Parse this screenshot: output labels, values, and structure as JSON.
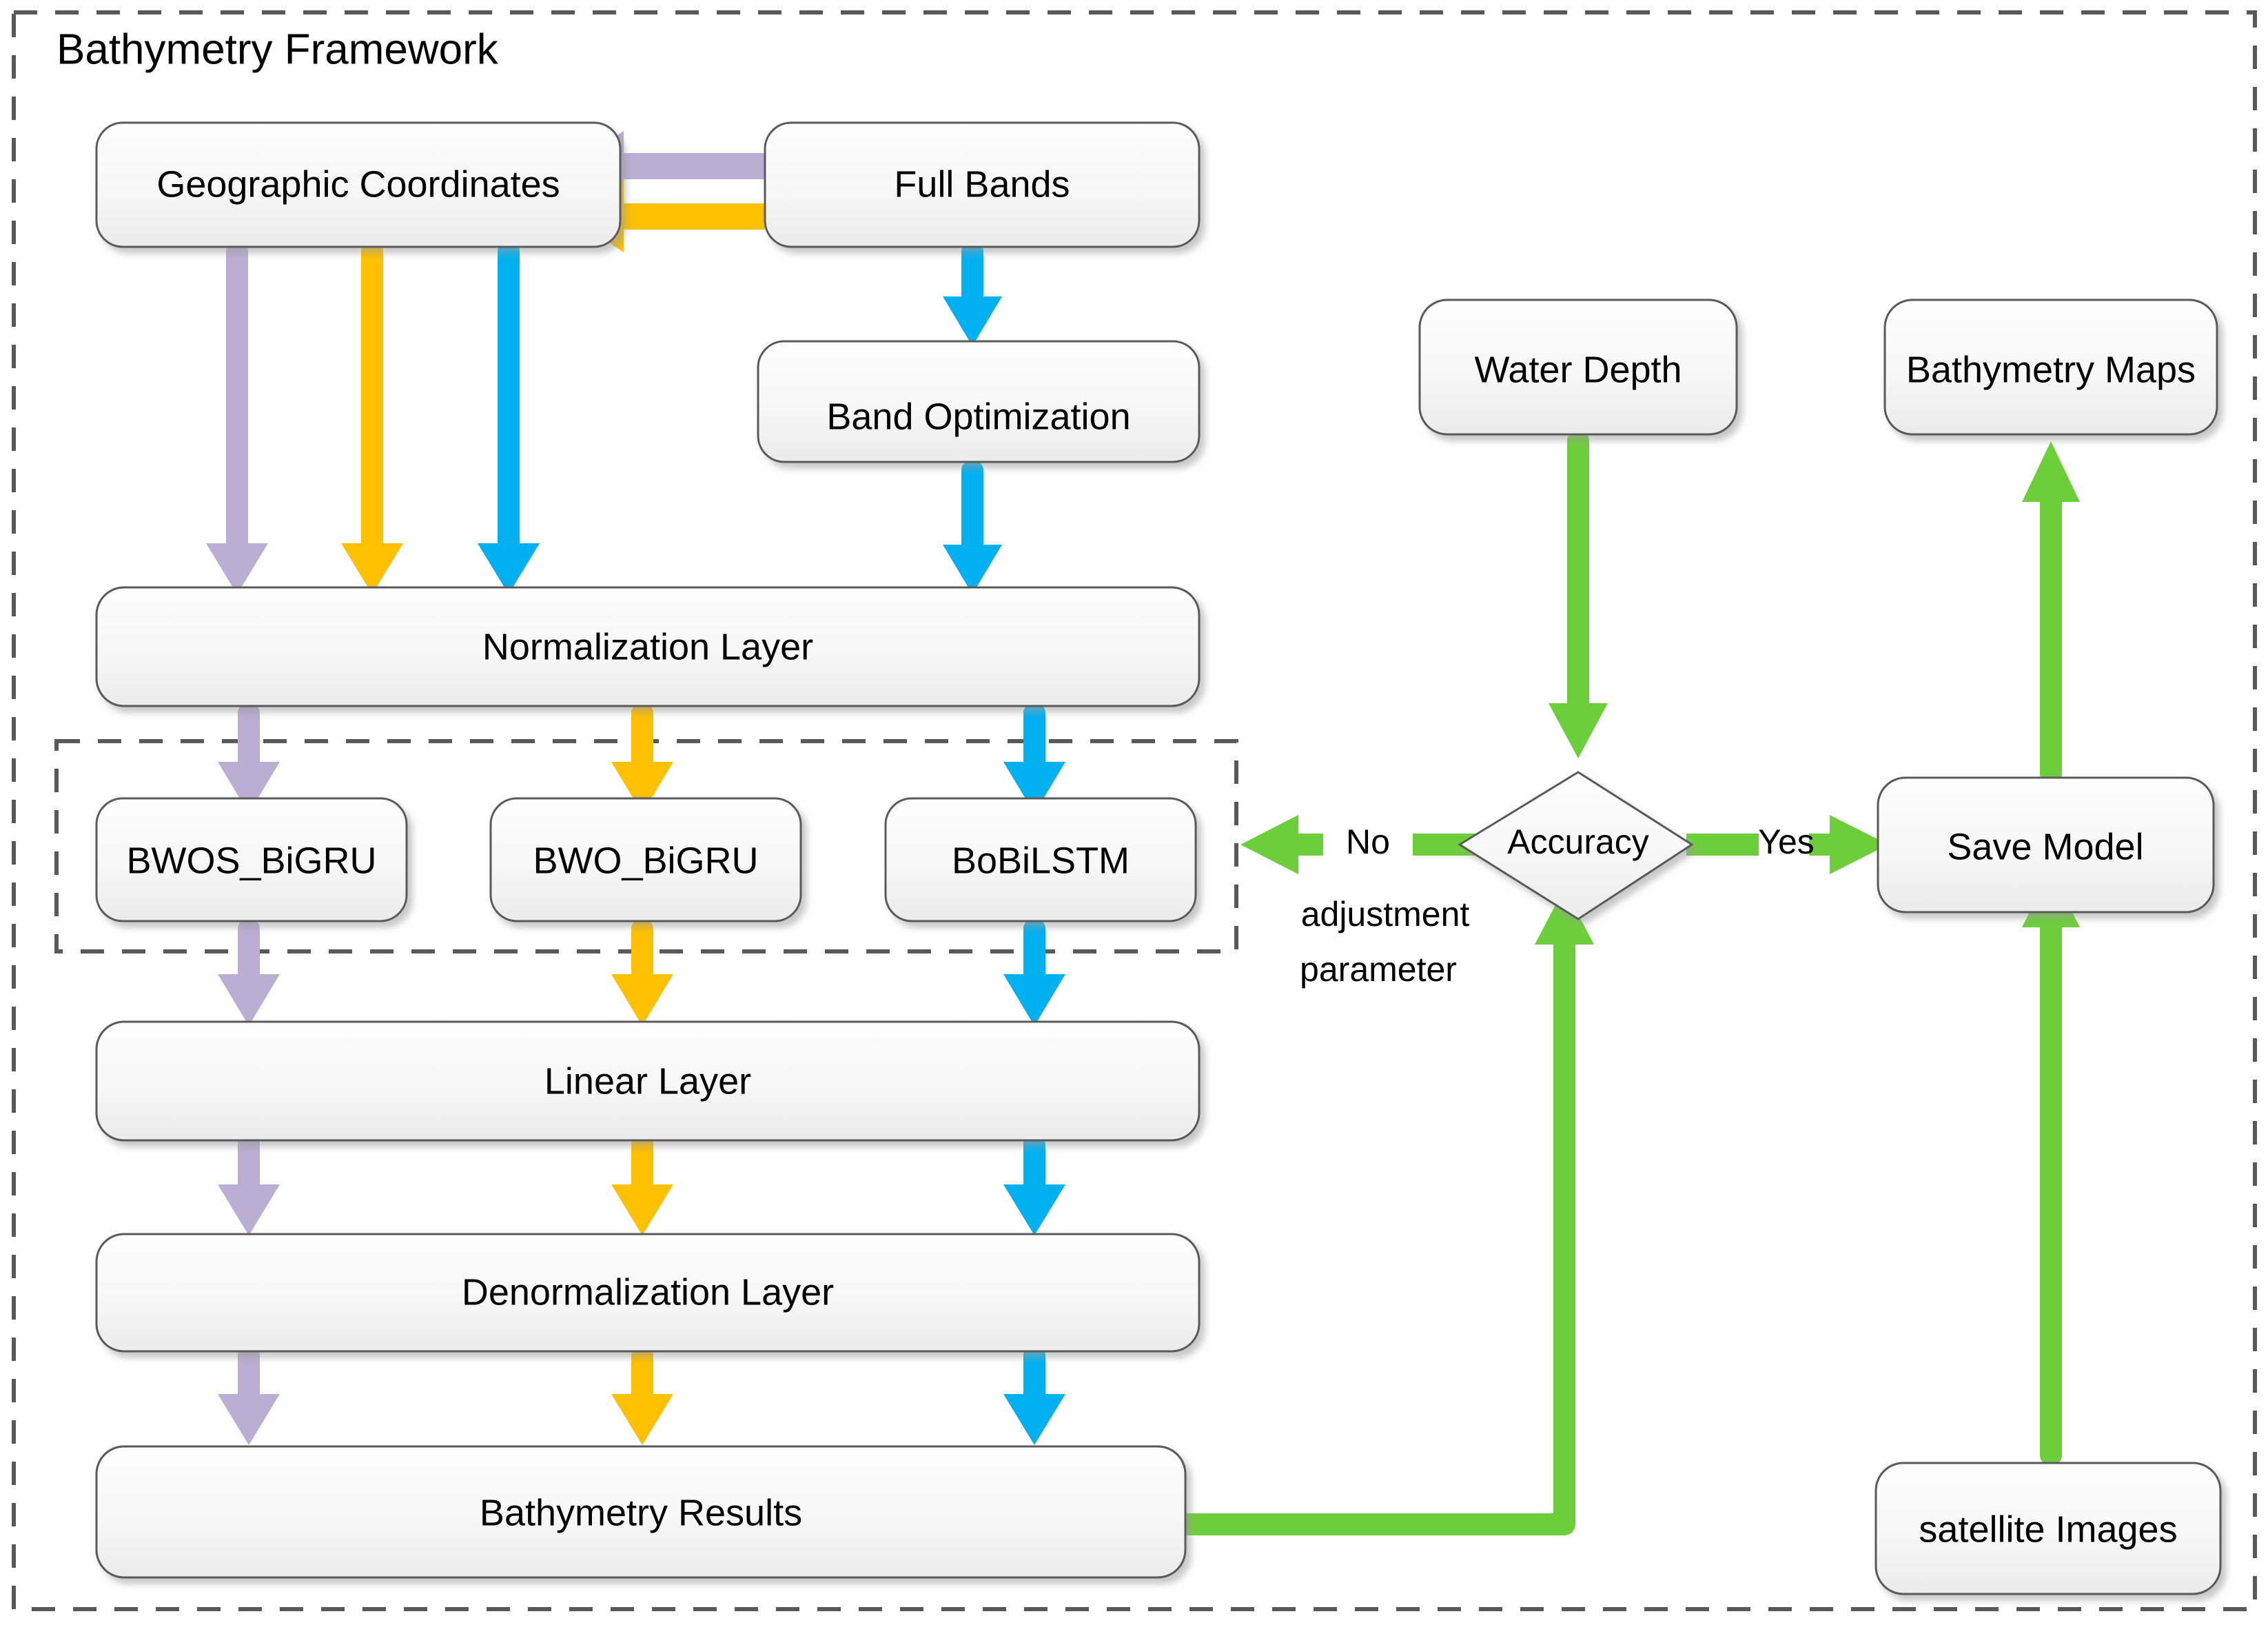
{
  "diagram": {
    "title": "Bathymetry Framework",
    "colors": {
      "purple": "#BBADD4",
      "orange": "#FFC000",
      "cyan": "#00B0F0",
      "green": "#6DCE3C",
      "box_fill_top": "#FCFCFC",
      "box_fill_bottom": "#EFEFEF",
      "box_stroke": "#5A5A5A",
      "frame_stroke": "#595959",
      "text": "#000000"
    }
  },
  "nodes": {
    "geographic_coordinates": "Geographic Coordinates",
    "full_bands": "Full Bands",
    "band_optimization": "Band Optimization",
    "normalization_layer": "Normalization Layer",
    "bwos_bigru": "BWOS_BiGRU",
    "bwo_bigru": "BWO_BiGRU",
    "bobilstm": "BoBiLSTM",
    "linear_layer": "Linear Layer",
    "denormalization_layer": "Denormalization Layer",
    "bathymetry_results": "Bathymetry Results",
    "water_depth": "Water Depth",
    "accuracy": "Accuracy",
    "save_model": "Save Model",
    "bathymetry_maps": "Bathymetry Maps",
    "satellite_images": "satellite Images"
  },
  "edge_labels": {
    "no": "No",
    "yes": "Yes",
    "adjustment": "adjustment",
    "parameter": "parameter"
  }
}
